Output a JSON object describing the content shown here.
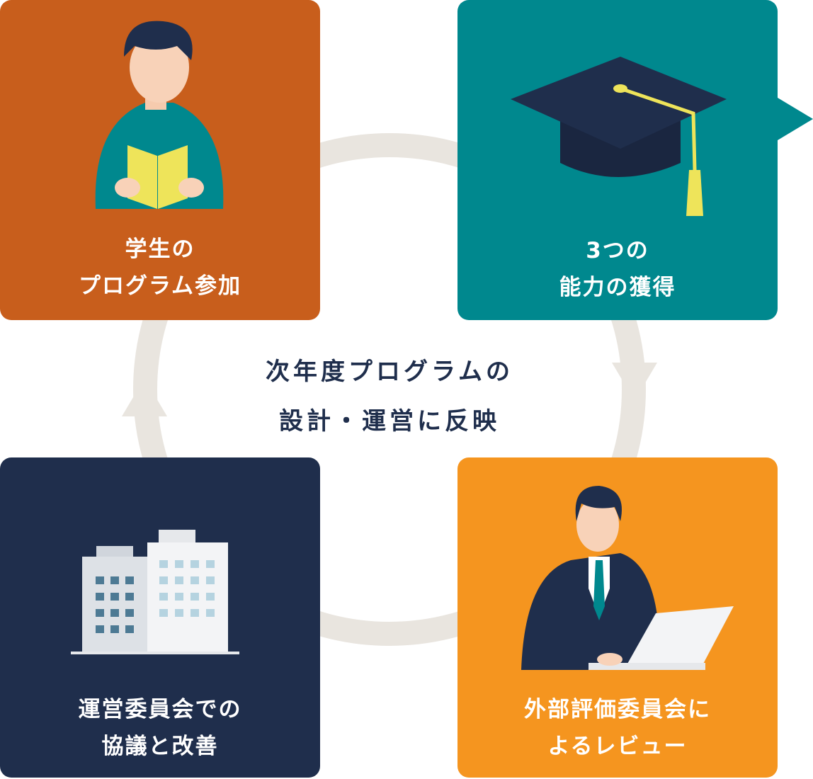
{
  "steps": [
    {
      "line1": "学生の",
      "line2": "プログラム参加",
      "color": "#C85E1C",
      "icon": "student-reading-icon"
    },
    {
      "line1": "3つの",
      "line2": "能力の獲得",
      "color": "#00888E",
      "icon": "graduation-cap-icon"
    },
    {
      "line1": "運営委員会での",
      "line2": "協議と改善",
      "color": "#1F2E4C",
      "icon": "office-building-icon"
    },
    {
      "line1": "外部評価委員会に",
      "line2": "よるレビュー",
      "color": "#F5951F",
      "icon": "businessman-laptop-icon"
    }
  ],
  "center": {
    "line1": "次年度プログラムの",
    "line2": "設計・運営に反映"
  },
  "ring_color": "#E9E5DF"
}
